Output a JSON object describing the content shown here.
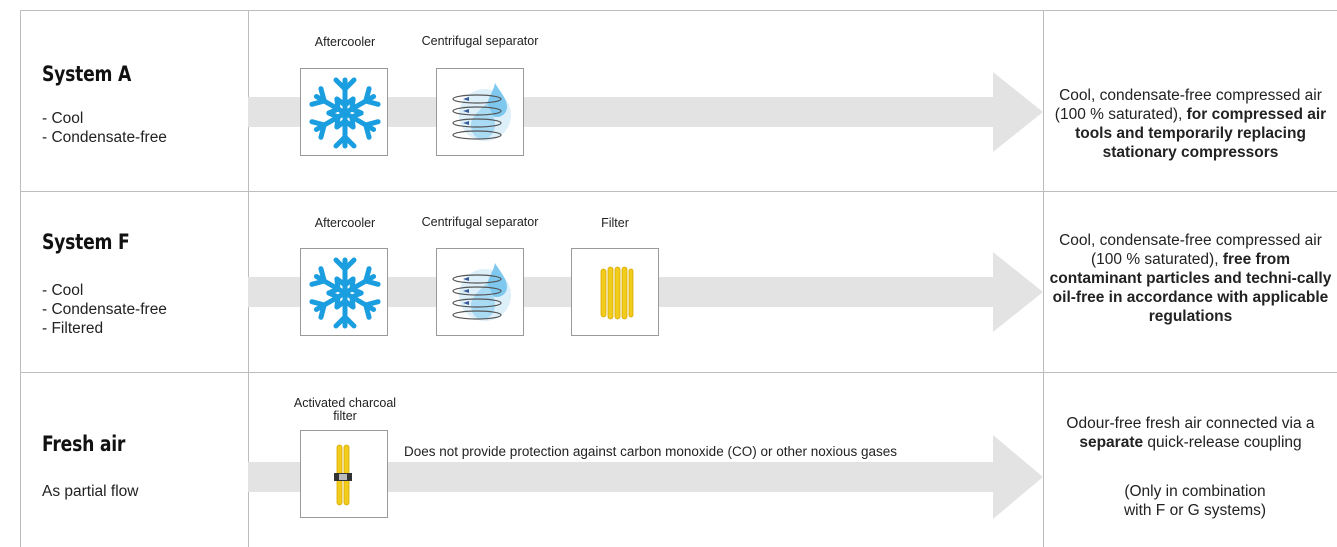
{
  "rows": [
    {
      "title": "System A",
      "features": [
        "- Cool",
        "- Condensate-free"
      ],
      "components": [
        {
          "label": "Aftercooler",
          "icon": "snowflake-icon"
        },
        {
          "label": "Centrifugal separator",
          "icon": "centrifugal-separator-icon"
        }
      ],
      "result_plain": "Cool, condensate-free compressed air (100 % saturated), ",
      "result_bold": "for compressed air tools and temporarily replacing stationary compressors"
    },
    {
      "title": "System F",
      "features": [
        "- Cool",
        "- Condensate-free",
        "- Filtered"
      ],
      "components": [
        {
          "label": "Aftercooler",
          "icon": "snowflake-icon"
        },
        {
          "label": "Centrifugal separator",
          "icon": "centrifugal-separator-icon"
        },
        {
          "label": "Filter",
          "icon": "filter-cartridge-icon"
        }
      ],
      "result_plain": "Cool, condensate-free compressed air (100 % saturated), ",
      "result_bold": "free from contaminant particles and techni-cally oil-free in accordance with applicable regulations"
    },
    {
      "title": "Fresh air",
      "features": [
        "As partial flow"
      ],
      "components": [
        {
          "label": "Activated charcoal filter",
          "icon": "charcoal-filter-icon"
        }
      ],
      "note": "Does not provide protection against carbon monoxide (CO) or other noxious gases",
      "result_plain_1": "Odour-free fresh air connected via a ",
      "result_bold": "separate",
      "result_plain_2": " quick-release coupling",
      "result_extra": "(Only in combination with F or G systems)"
    }
  ],
  "colors": {
    "arrow": "#e3e3e3",
    "ice_blue": "#1a9ee0",
    "filter_yellow": "#f2cc1a",
    "grid_line": "#bdbdbd"
  }
}
